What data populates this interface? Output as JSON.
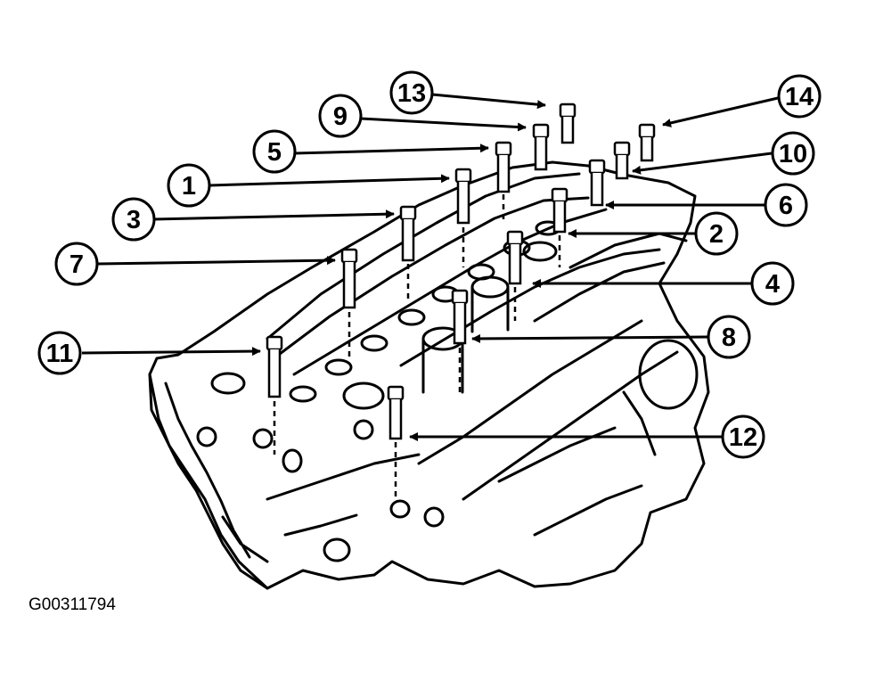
{
  "figure_id": "G00311794",
  "callouts": [
    {
      "label": "1"
    },
    {
      "label": "2"
    },
    {
      "label": "3"
    },
    {
      "label": "4"
    },
    {
      "label": "5"
    },
    {
      "label": "6"
    },
    {
      "label": "7"
    },
    {
      "label": "8"
    },
    {
      "label": "9"
    },
    {
      "label": "10"
    },
    {
      "label": "11"
    },
    {
      "label": "12"
    },
    {
      "label": "13"
    },
    {
      "label": "14"
    }
  ]
}
